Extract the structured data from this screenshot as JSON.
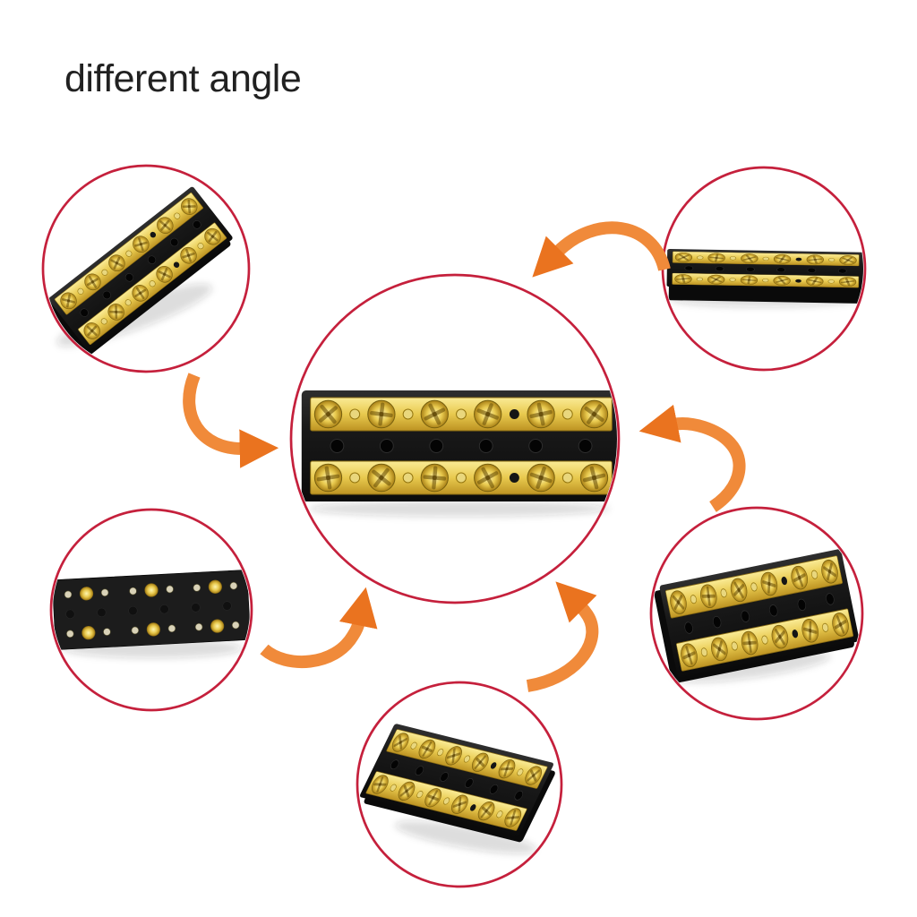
{
  "page": {
    "title": "different angle"
  },
  "palette": {
    "background": "#ffffff",
    "title_color": "#212121",
    "circle_border": "#c5203c",
    "arrow_body": "#f08a3a",
    "arrow_head": "#ea731f",
    "gold_light": "#faeb96",
    "gold_mid": "#e8c94e",
    "gold_dark": "#bd9322",
    "screw_center": "#fdf4b0",
    "screw_edge": "#a87f15",
    "plastic_light": "#2e2e2e",
    "plastic_dark": "#0b0b0b",
    "small_hole_fill": "#e9d77d",
    "bottom_hole_fill": "#d9d2b8"
  },
  "product": {
    "name": "brass terminal bus bar block",
    "bus_bars": 2,
    "screws_per_bar": 6,
    "small_holes_per_bar": 5,
    "dark_hole_index": 3,
    "base_holes": 6,
    "bottom_view_clusters": 3,
    "bottom_view_middle_holes": 6
  },
  "views": [
    {
      "id": "top-left",
      "name": "angled-top-view"
    },
    {
      "id": "top-right",
      "name": "low-side-view"
    },
    {
      "id": "center",
      "name": "flat-top-view"
    },
    {
      "id": "middle-left",
      "name": "bottom-view"
    },
    {
      "id": "middle-right",
      "name": "tilted-top-view"
    },
    {
      "id": "bottom-center",
      "name": "raised-angle-view"
    }
  ]
}
